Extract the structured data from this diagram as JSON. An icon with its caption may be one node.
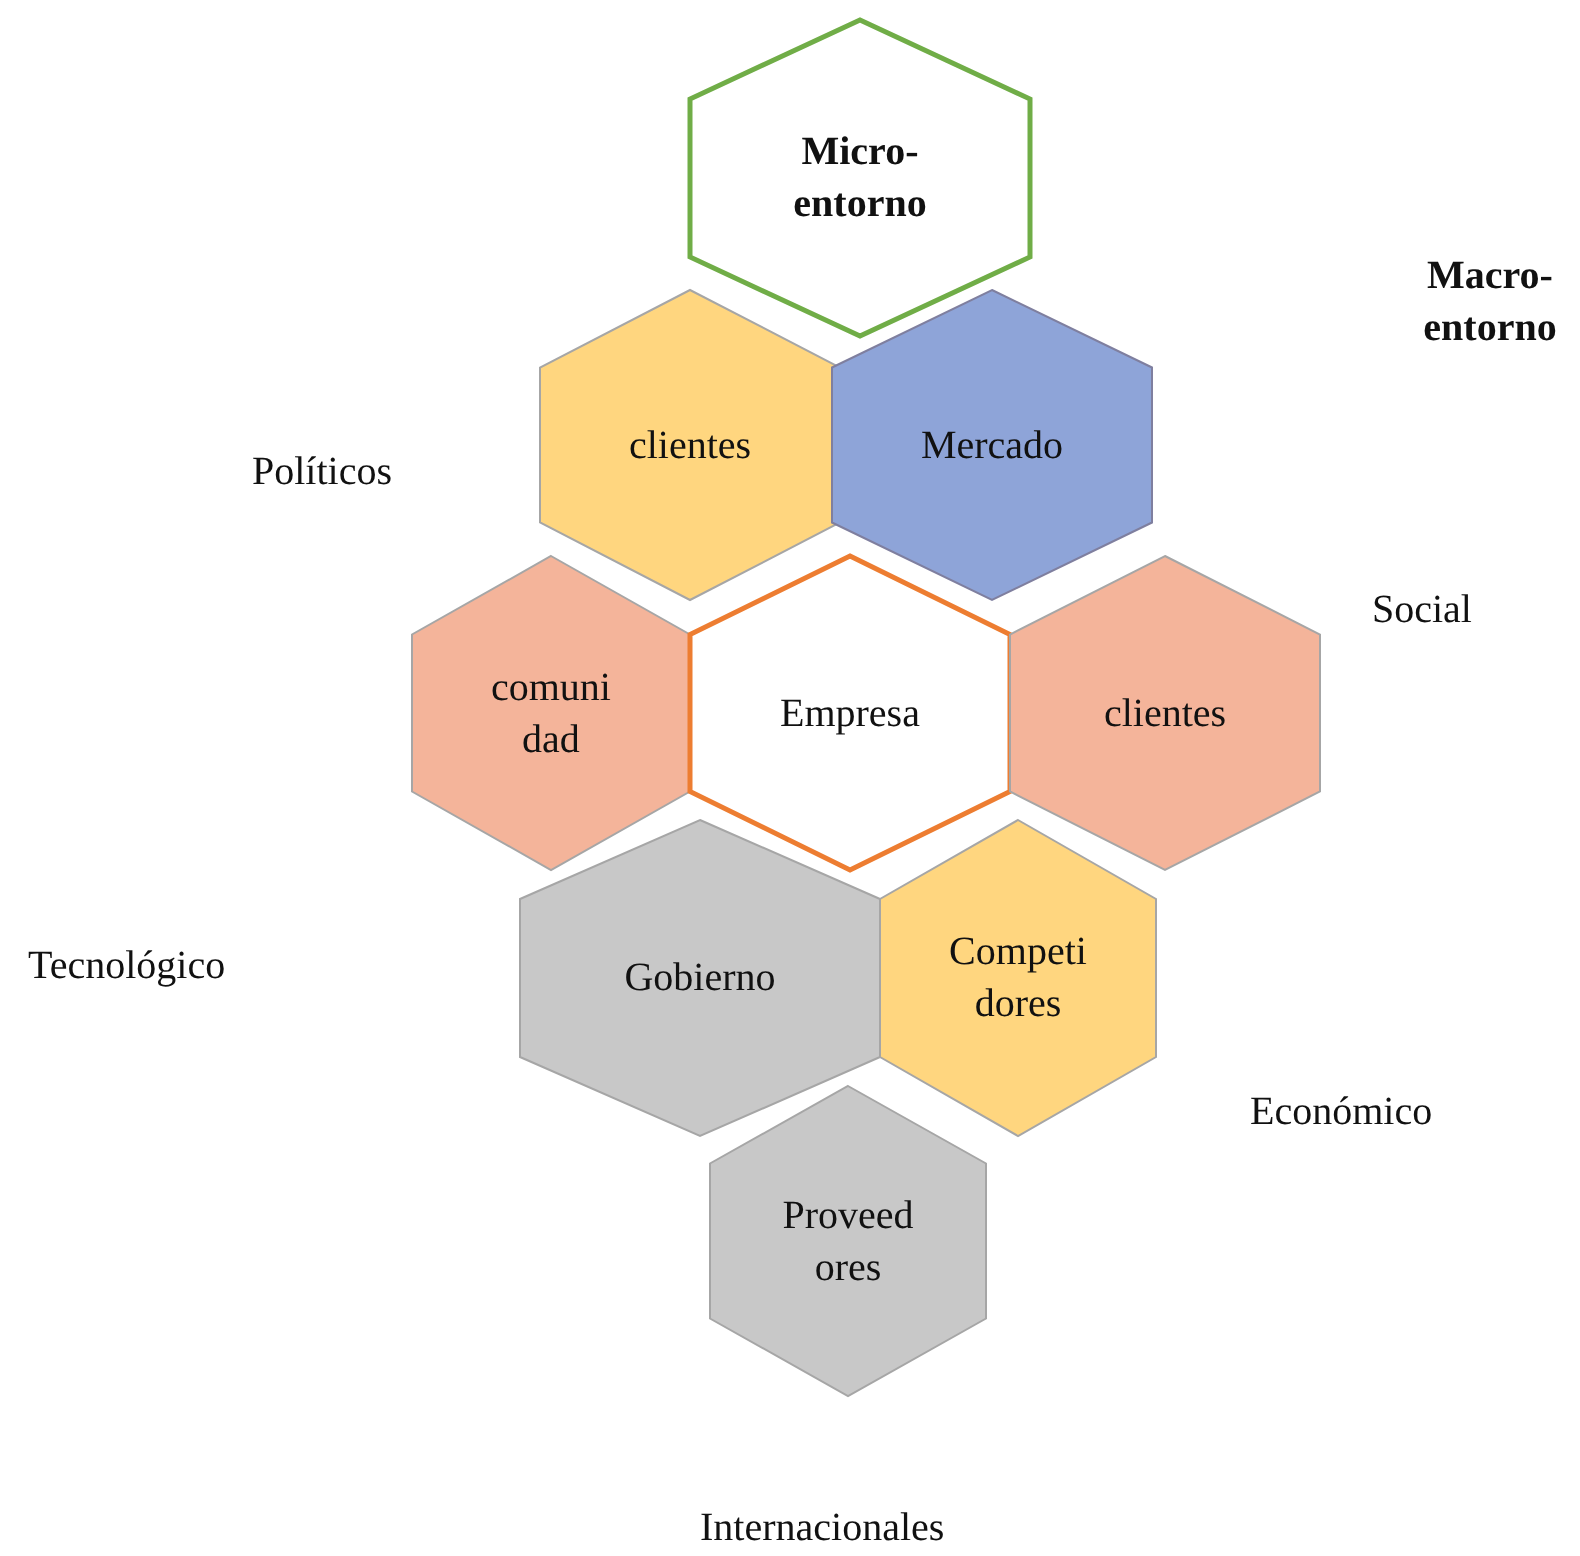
{
  "diagram": {
    "nodes": [
      {
        "text": [
          "Micro- entorno"
        ]
      },
      {
        "text": [
          "clientes"
        ]
      },
      {
        "text": [
          "Mercado"
        ]
      },
      {
        "text": [
          "comuni dad"
        ]
      },
      {
        "text": [
          "Empresa"
        ]
      },
      {
        "text": [
          "clientes"
        ]
      },
      {
        "text": [
          "Gobierno"
        ]
      },
      {
        "text": [
          "Competi dores"
        ]
      },
      {
        "text": [
          "Proveed ores"
        ]
      }
    ],
    "labels": [
      "Macro- entorno",
      "Políticos",
      "Social",
      "Tecnológico",
      "Económico",
      "Internacionales"
    ]
  }
}
